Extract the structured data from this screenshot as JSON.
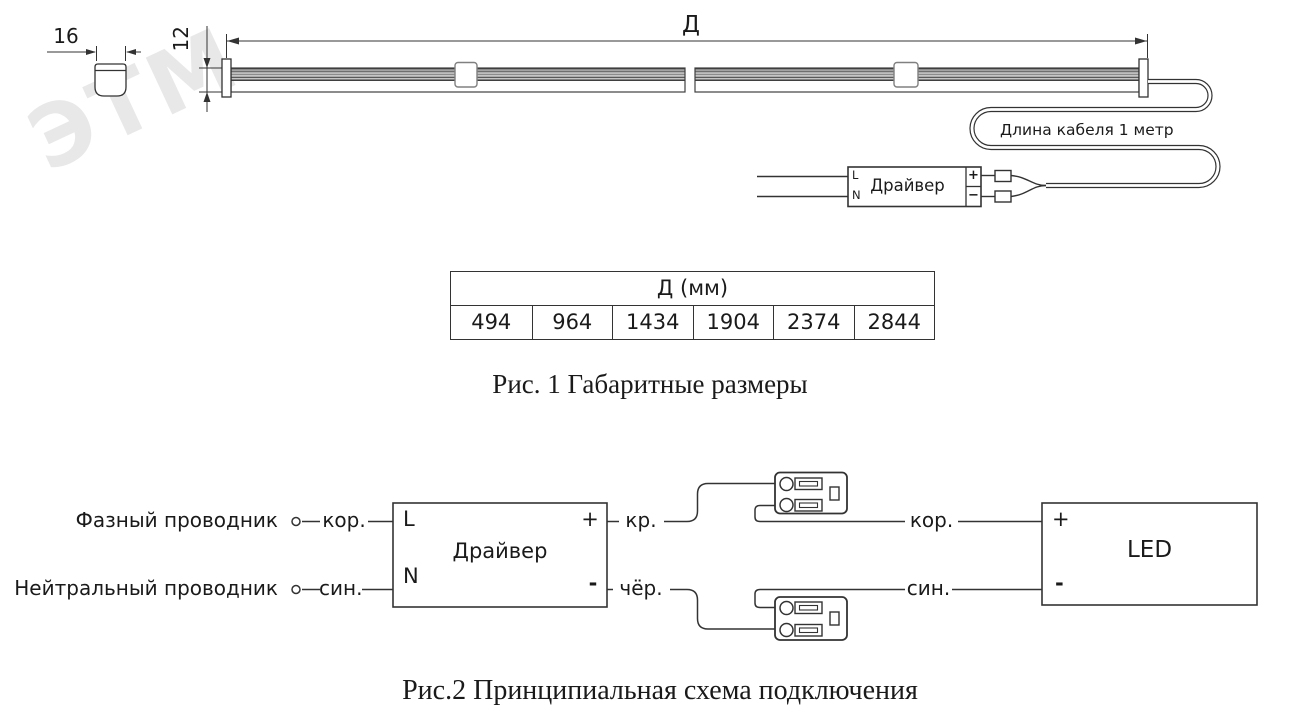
{
  "watermark": "ЭТМ",
  "figure1": {
    "dim_width": "16",
    "dim_height": "12",
    "dim_length": "Д",
    "cable_label": "Длина кабеля 1 метр",
    "driver": {
      "label": "Драйвер",
      "l": "L",
      "n": "N",
      "plus": "+",
      "minus": "−"
    },
    "table": {
      "header": "Д (мм)",
      "values": [
        "494",
        "964",
        "1434",
        "1904",
        "2374",
        "2844"
      ]
    },
    "caption": "Рис. 1 Габаритные размеры"
  },
  "figure2": {
    "phase_label": "Фазный проводник",
    "neutral_label": "Нейтральный проводник",
    "wire_brown_in": "кор.",
    "wire_blue_in": "син.",
    "driver": {
      "label": "Драйвер",
      "l": "L",
      "n": "N",
      "plus": "+",
      "minus": "-"
    },
    "wire_red": "кр.",
    "wire_black": "чёр.",
    "wire_brown_out": "кор.",
    "wire_blue_out": "син.",
    "led": {
      "label": "LED",
      "plus": "+",
      "minus": "-"
    },
    "caption": "Рис.2 Принципиальная схема подключения"
  }
}
